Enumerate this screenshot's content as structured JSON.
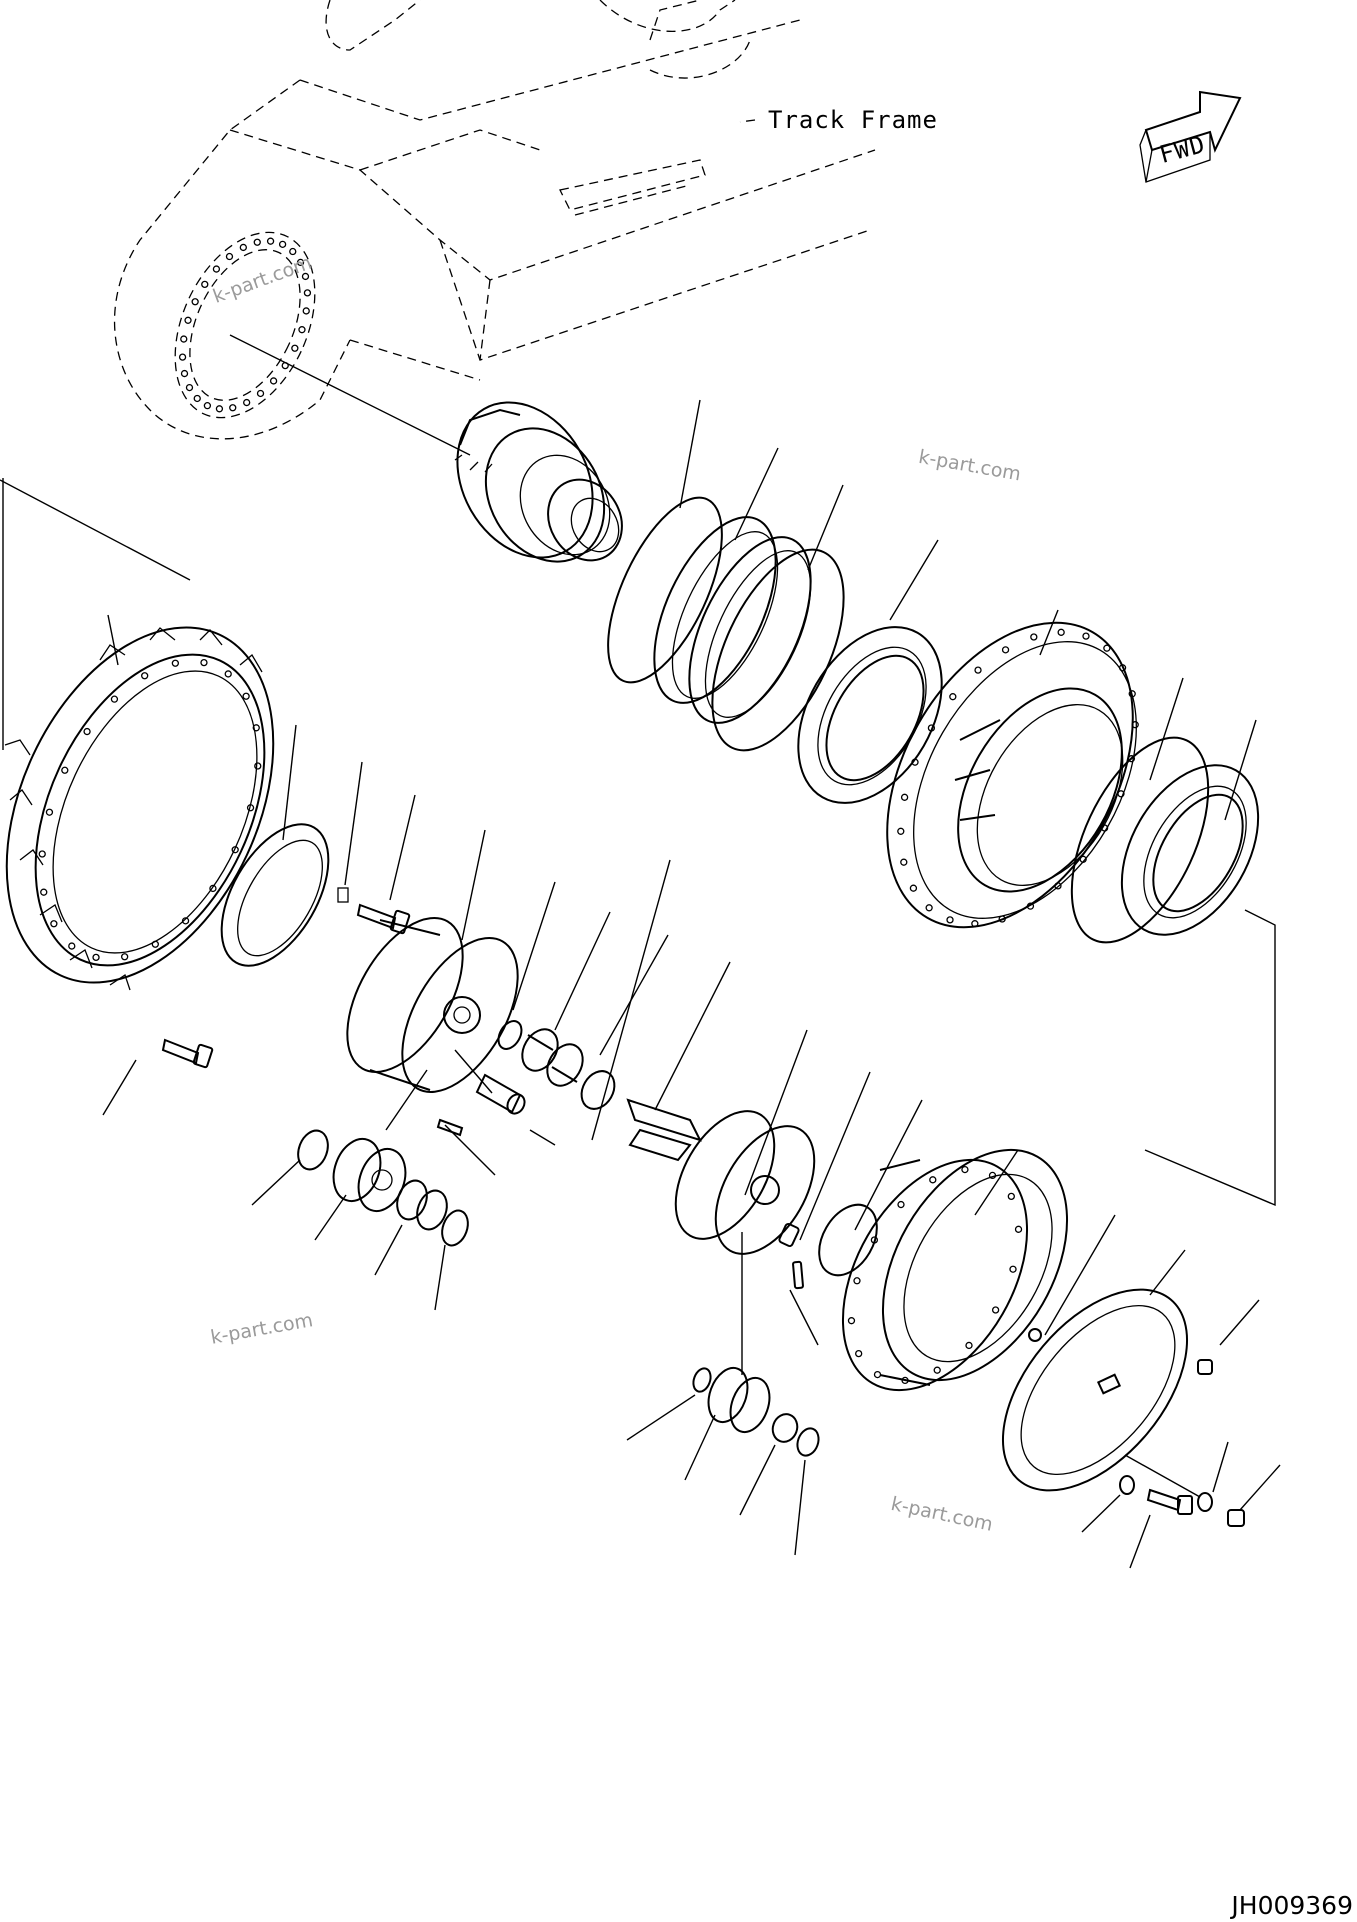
{
  "frame_label": "Track Frame",
  "fwd_label": "FWD",
  "watermark": "k-part.com",
  "drawing_code": "JH009369"
}
